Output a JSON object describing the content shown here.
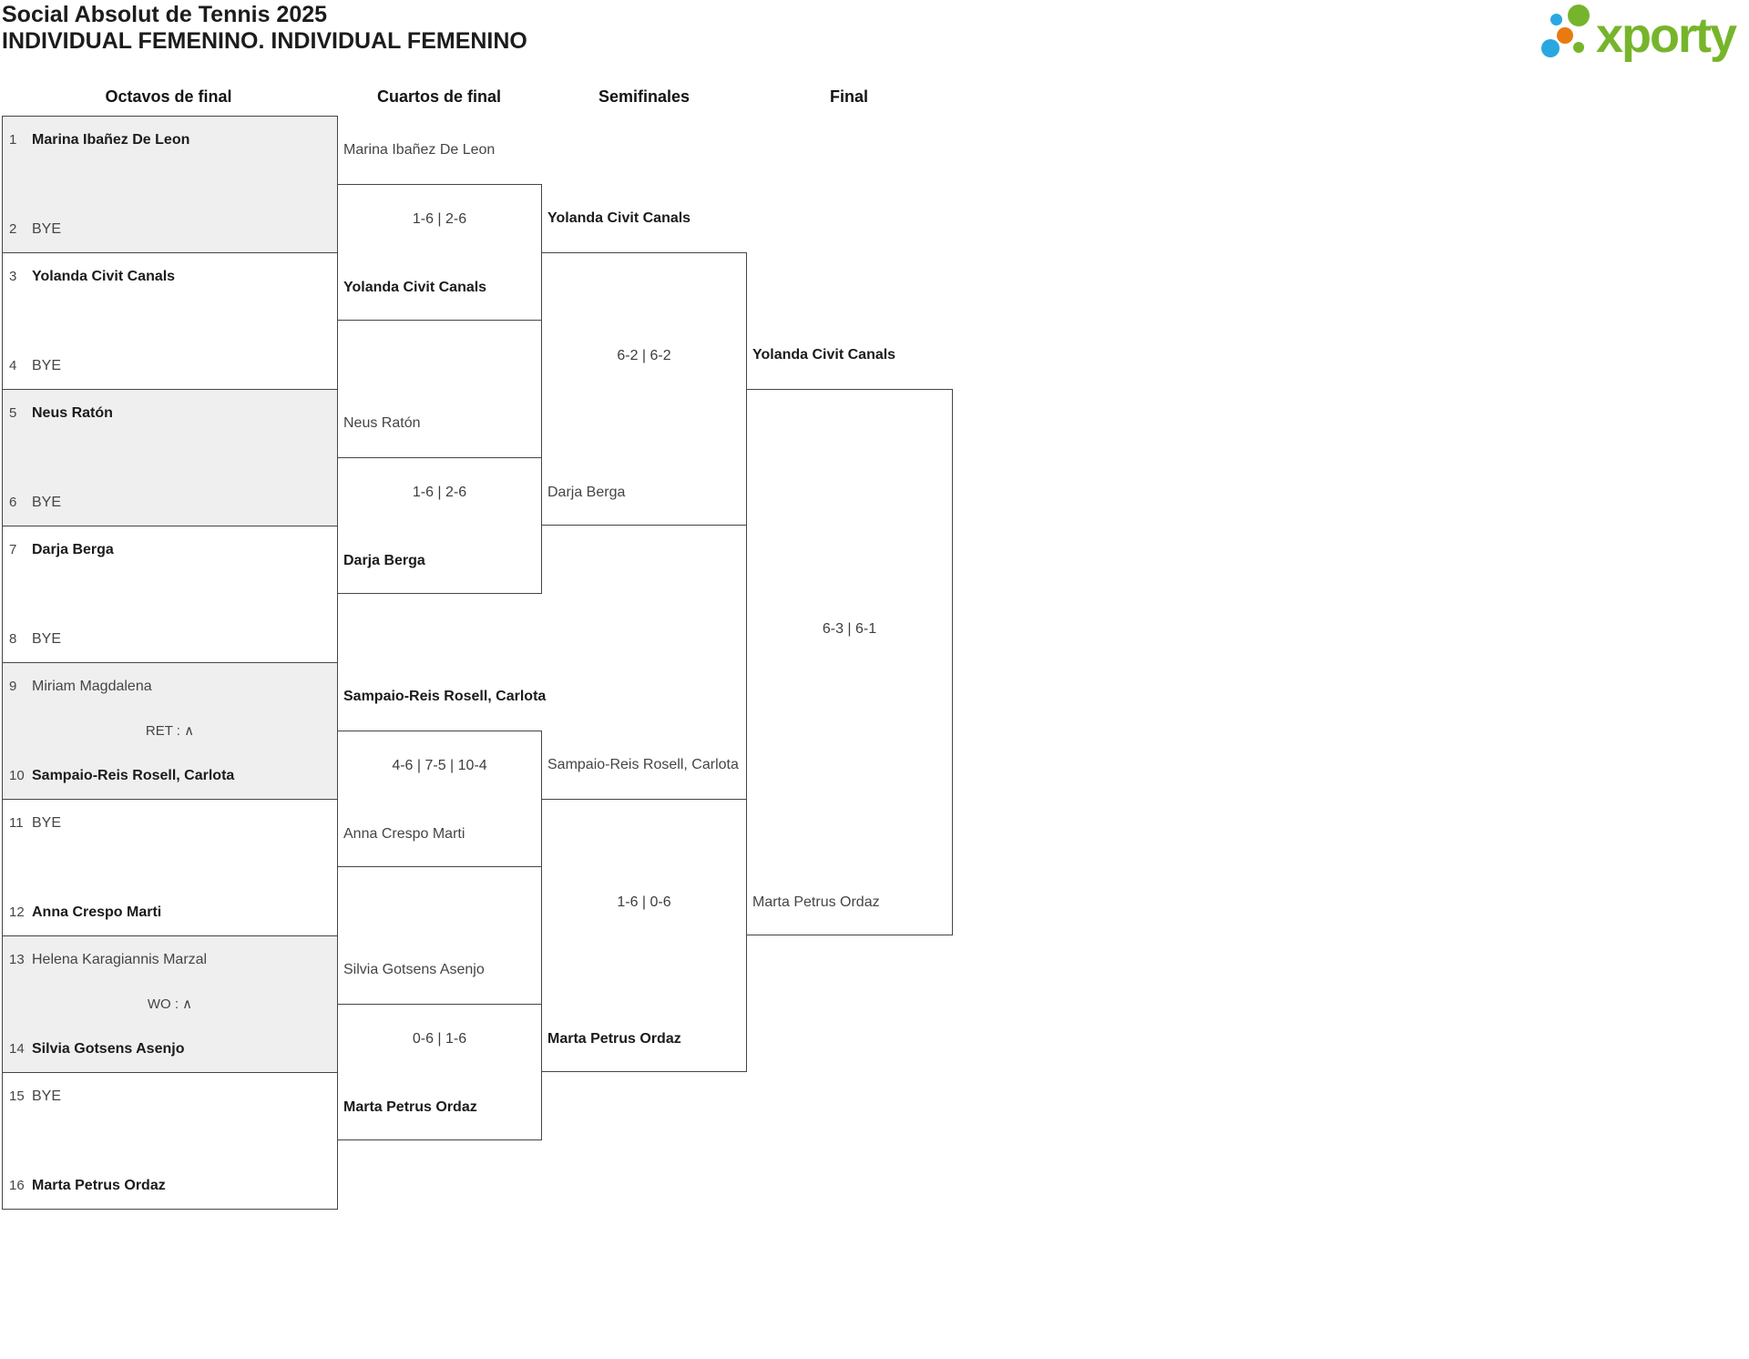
{
  "header": {
    "title": "Social Absolut de Tennis 2025",
    "subtitle": "INDIVIDUAL FEMENINO. INDIVIDUAL FEMENINO"
  },
  "logo": {
    "text": "xporty",
    "colors": {
      "green": "#76b52b",
      "blue": "#29a8e0",
      "orange": "#e87a10"
    }
  },
  "rounds": [
    {
      "label": "Octavos de final"
    },
    {
      "label": "Cuartos de final"
    },
    {
      "label": "Semifinales"
    },
    {
      "label": "Final"
    }
  ],
  "round_of_16": {
    "boxes": [
      {
        "top": {
          "seed": "1",
          "name": "Marina Ibañez De Leon",
          "winner": true
        },
        "bottom": {
          "seed": "2",
          "name": "BYE",
          "winner": false
        },
        "note": ""
      },
      {
        "top": {
          "seed": "3",
          "name": "Yolanda Civit Canals",
          "winner": true
        },
        "bottom": {
          "seed": "4",
          "name": "BYE",
          "winner": false
        },
        "note": ""
      },
      {
        "top": {
          "seed": "5",
          "name": "Neus Ratón",
          "winner": true
        },
        "bottom": {
          "seed": "6",
          "name": "BYE",
          "winner": false
        },
        "note": ""
      },
      {
        "top": {
          "seed": "7",
          "name": "Darja Berga",
          "winner": true
        },
        "bottom": {
          "seed": "8",
          "name": "BYE",
          "winner": false
        },
        "note": ""
      },
      {
        "top": {
          "seed": "9",
          "name": "Miriam Magdalena",
          "winner": false
        },
        "bottom": {
          "seed": "10",
          "name": "Sampaio-Reis Rosell, Carlota",
          "winner": true
        },
        "note": "RET : ∧"
      },
      {
        "top": {
          "seed": "11",
          "name": "BYE",
          "winner": false
        },
        "bottom": {
          "seed": "12",
          "name": "Anna Crespo Marti",
          "winner": true
        },
        "note": ""
      },
      {
        "top": {
          "seed": "13",
          "name": "Helena Karagiannis Marzal",
          "winner": false
        },
        "bottom": {
          "seed": "14",
          "name": "Silvia Gotsens Asenjo",
          "winner": true
        },
        "note": "WO : ∧"
      },
      {
        "top": {
          "seed": "15",
          "name": "BYE",
          "winner": false
        },
        "bottom": {
          "seed": "16",
          "name": "Marta Petrus Ordaz",
          "winner": true
        },
        "note": ""
      }
    ]
  },
  "quarterfinals": [
    {
      "player1": "Marina Ibañez De Leon",
      "p1_winner": false,
      "score": "1-6 | 2-6",
      "player2": "Yolanda Civit Canals",
      "p2_winner": true
    },
    {
      "player1": "Neus Ratón",
      "p1_winner": false,
      "score": "1-6 | 2-6",
      "player2": "Darja Berga",
      "p2_winner": true
    },
    {
      "player1": "Sampaio-Reis Rosell, Carlota",
      "p1_winner": true,
      "score": "4-6 | 7-5 | 10-4",
      "player2": "Anna Crespo Marti",
      "p2_winner": false
    },
    {
      "player1": "Silvia Gotsens Asenjo",
      "p1_winner": false,
      "score": "0-6 | 1-6",
      "player2": "Marta Petrus Ordaz",
      "p2_winner": true
    }
  ],
  "semifinals": [
    {
      "player1": "Yolanda Civit Canals",
      "p1_winner": true,
      "score": "6-2 | 6-2",
      "player2": "Darja Berga",
      "p2_winner": false
    },
    {
      "player1": "Sampaio-Reis Rosell, Carlota",
      "p1_winner": false,
      "score": "1-6 | 0-6",
      "player2": "Marta Petrus Ordaz",
      "p2_winner": true
    }
  ],
  "final": {
    "player1": "Yolanda Civit Canals",
    "p1_winner": true,
    "score": "6-3 | 6-1",
    "player2": "Marta Petrus Ordaz",
    "p2_winner": false
  }
}
